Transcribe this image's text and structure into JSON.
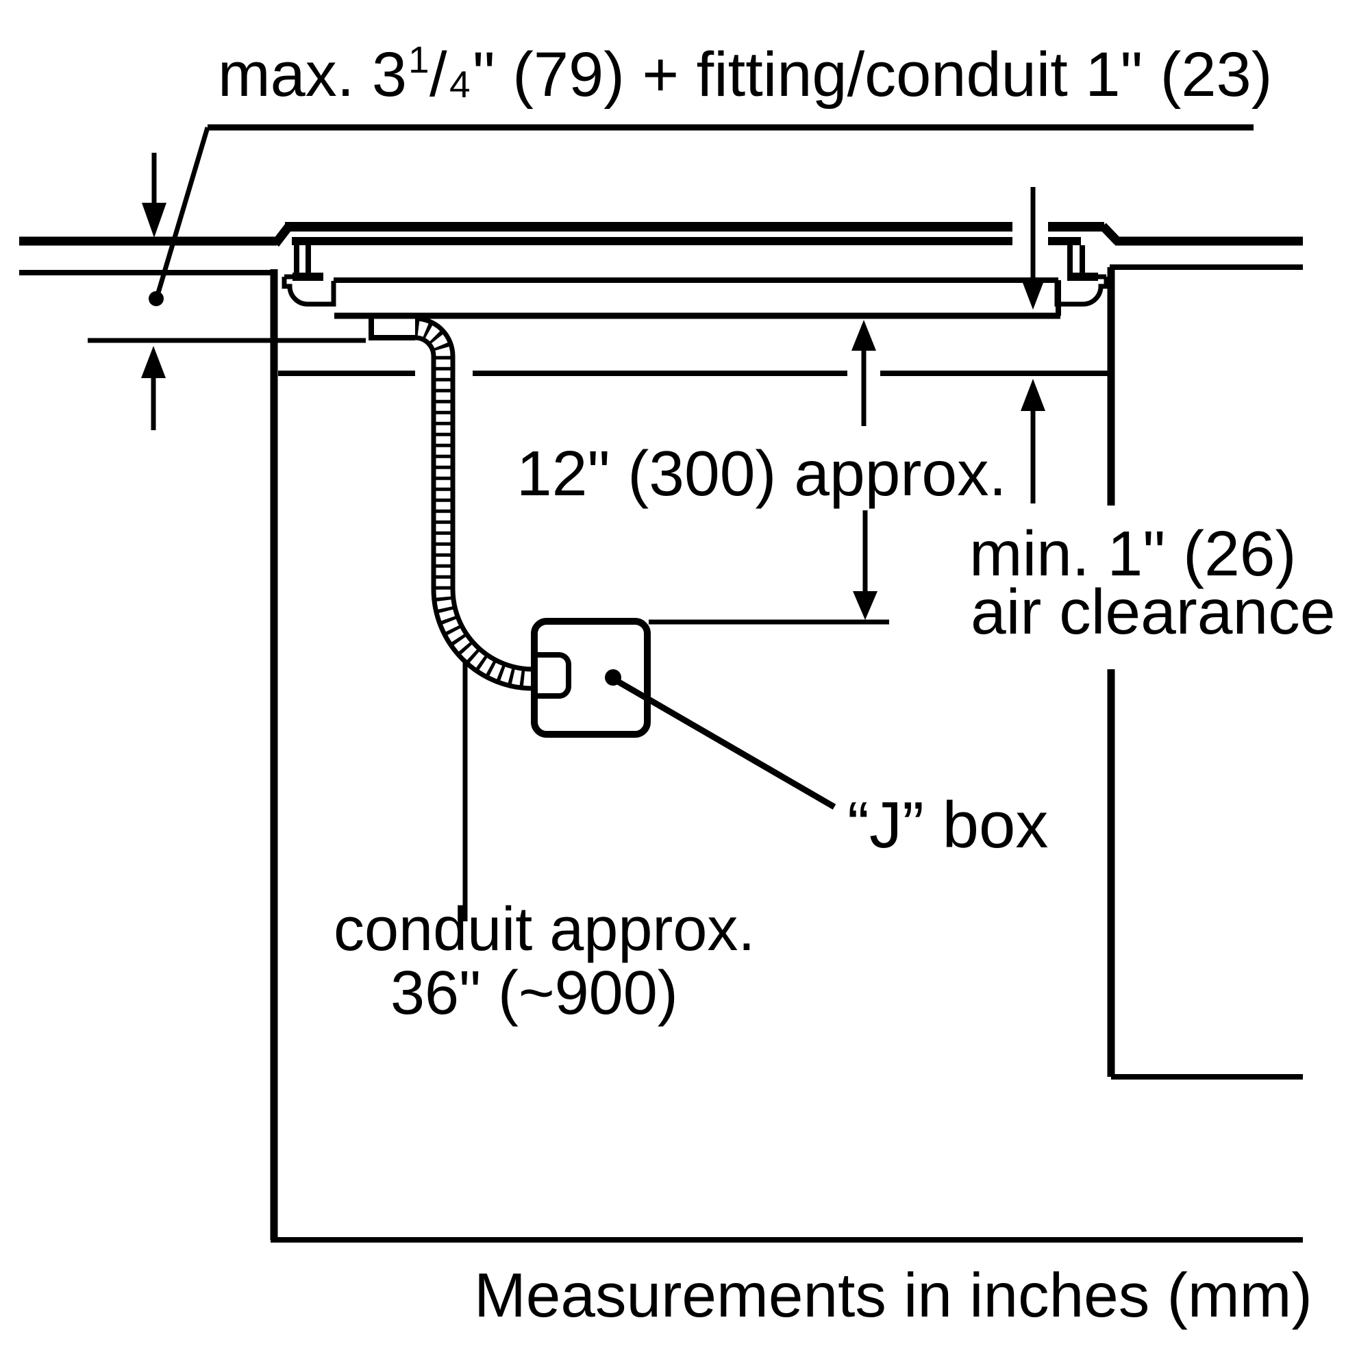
{
  "drawing": {
    "background": "#ffffff",
    "ink_color": "#000000",
    "type": "appliance installation cross-section (cooktop over cabinet with junction box)",
    "units_note": "Measurements in inches (mm)"
  },
  "labels": {
    "max_depth_prefix": "max. 3",
    "max_depth_frac_num": "1",
    "max_depth_frac_slash": "/",
    "max_depth_frac_den": "4",
    "max_depth_suffix": "\" (79) + fitting/conduit 1\" (23)",
    "depth_below": "12\" (300) approx.",
    "air_clearance_line1": "min. 1\" (26)",
    "air_clearance_line2": "air clearance",
    "jbox": "“J” box",
    "conduit_line1": "conduit approx.",
    "conduit_line2": "36\" (~900)",
    "footer": "Measurements in inches (mm)"
  },
  "dimensions": {
    "max_recess_depth": "3 1/4 in (79 mm) + fitting/conduit 1 in (23 mm)",
    "junction_box_drop": "12 in (300 mm) approx.",
    "air_clearance_min": "1 in (26 mm)",
    "conduit_length": "approx. 36 in (~900 mm)"
  }
}
